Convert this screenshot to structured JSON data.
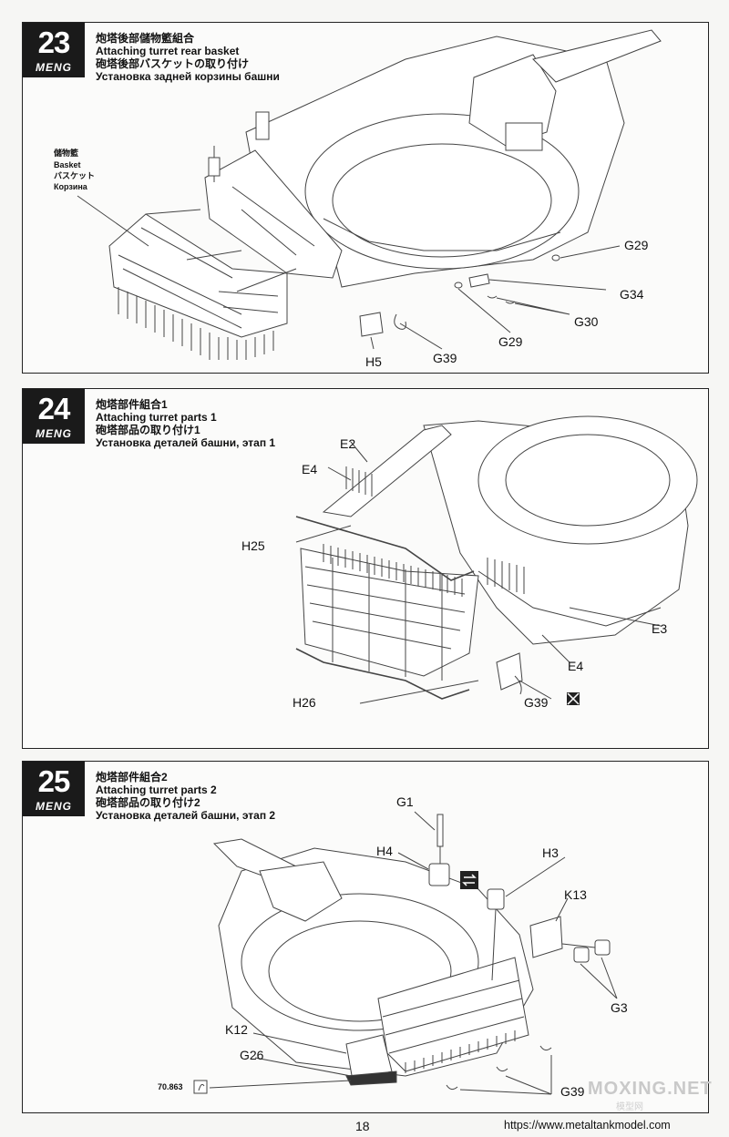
{
  "steps": [
    {
      "number": "23",
      "brand": "MENG",
      "title_cn": "炮塔後部儲物籃組合",
      "title_en": "Attaching turret rear basket",
      "title_jp": "砲塔後部バスケットの取り付け",
      "title_ru": "Установка задней корзины башни",
      "callout": {
        "cn": "儲物籃",
        "en": "Basket",
        "jp": "バスケット",
        "ru": "Корзина"
      },
      "parts": [
        "G29",
        "G34",
        "G30",
        "G29",
        "H5",
        "G39"
      ]
    },
    {
      "number": "24",
      "brand": "MENG",
      "title_cn": "炮塔部件組合1",
      "title_en": "Attaching turret parts 1",
      "title_jp": "砲塔部品の取り付け1",
      "title_ru": "Установка деталей башни, этап 1",
      "parts": [
        "E2",
        "E4",
        "H25",
        "E3",
        "E4",
        "H26",
        "G39"
      ]
    },
    {
      "number": "25",
      "brand": "MENG",
      "title_cn": "炮塔部件組合2",
      "title_en": "Attaching turret parts 2",
      "title_jp": "砲塔部品の取り付け2",
      "title_ru": "Установка деталей башни, этап 2",
      "parts": [
        "G1",
        "H4",
        "H3",
        "K13",
        "G3",
        "K12",
        "G26",
        "G39"
      ],
      "wire_code": "70.863"
    }
  ],
  "footer": {
    "page_number": "18",
    "watermark": "MOXING.NET",
    "watermark_sub": "模型网",
    "site_url": "https://www.metaltankmodel.com"
  },
  "colors": {
    "badge": "#1a1a1a",
    "line_art": "#444444",
    "paper": "#fbfbfa"
  }
}
